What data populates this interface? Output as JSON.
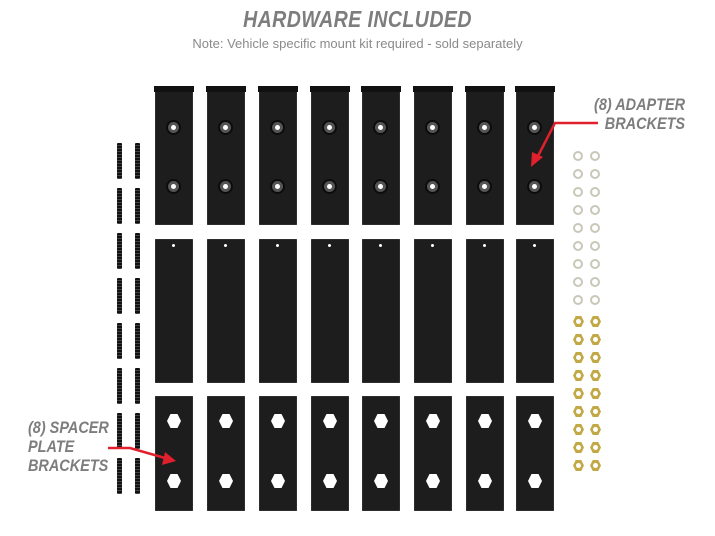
{
  "header": {
    "title": "HARDWARE INCLUDED",
    "note": "Note: Vehicle specific mount kit required - sold separately"
  },
  "callouts": {
    "adapter": [
      "(8) ADAPTER",
      "BRACKETS"
    ],
    "spacer": [
      "(8) SPACER",
      "PLATE",
      "BRACKETS"
    ]
  },
  "colors": {
    "arrow": "#e0202c",
    "label": "#7d7d7d",
    "bracket": "#1d1d1d",
    "nut": "#c2a945"
  }
}
